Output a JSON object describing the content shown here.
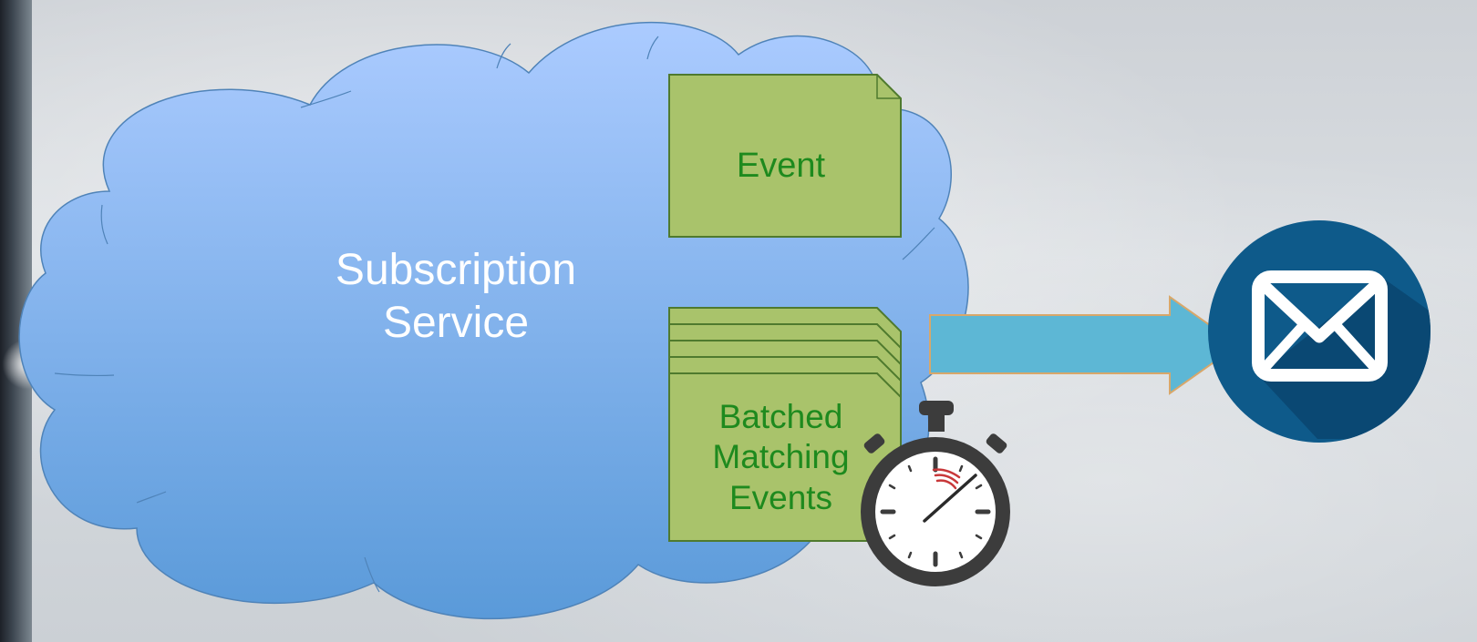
{
  "title_partial": "",
  "cloud": {
    "label_line1": "Subscription",
    "label_line2": "Service"
  },
  "event_doc": {
    "label": "Event"
  },
  "batch_doc": {
    "line1": "Batched",
    "line2": "Matching",
    "line3": "Events"
  },
  "colors": {
    "cloud_top": "#abcbff",
    "cloud_bottom": "#5a9ad9",
    "doc_fill": "#a9c36b",
    "doc_text": "#1e8a1e",
    "arrow": "#5db7d5",
    "mail_circle": "#0e5a8a",
    "timer_body": "#3c3c3c"
  },
  "icons": [
    "mail-icon",
    "stopwatch-icon",
    "arrow-right-icon"
  ]
}
